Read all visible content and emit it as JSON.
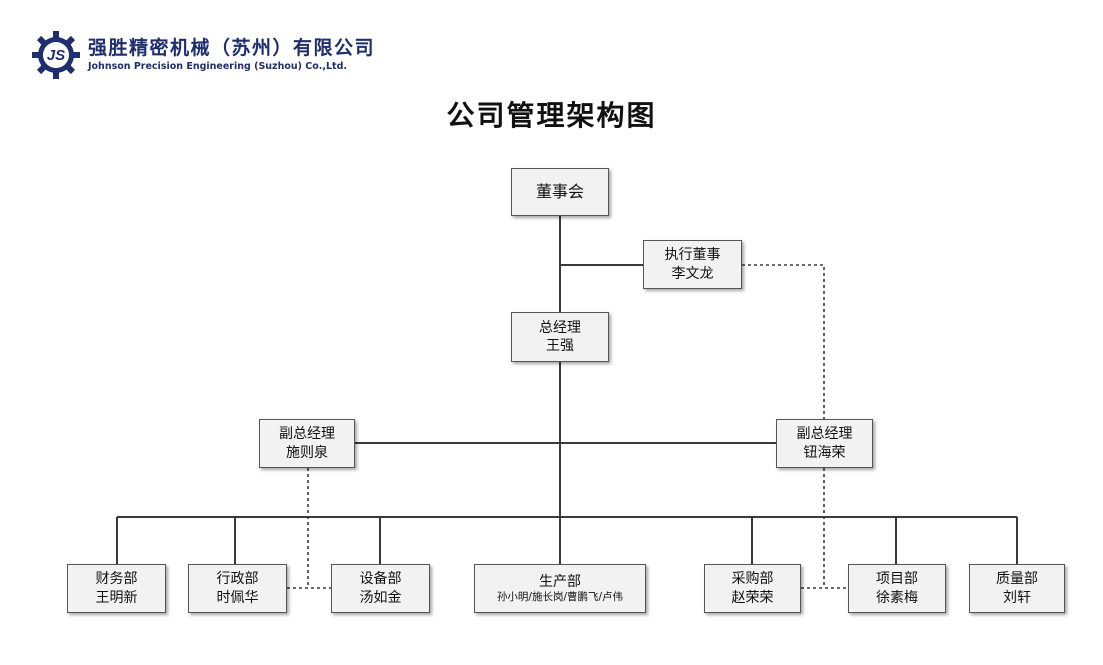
{
  "header": {
    "company_cn": "强胜精密机械（苏州）有限公司",
    "company_en": "Johnson Precision Engineering (Suzhou) Co.,Ltd.",
    "logo_text": "JS",
    "logo_color": "#1f2f6e"
  },
  "title": "公司管理架构图",
  "org": {
    "board": {
      "title": "董事会"
    },
    "executive_director": {
      "title": "执行董事",
      "name": "李文龙"
    },
    "general_manager": {
      "title": "总经理",
      "name": "王强"
    },
    "deputy_gm_left": {
      "title": "副总经理",
      "name": "施则泉"
    },
    "deputy_gm_right": {
      "title": "副总经理",
      "name": "钮海荣"
    },
    "departments": [
      {
        "title": "财务部",
        "name": "王明新"
      },
      {
        "title": "行政部",
        "name": "时佩华"
      },
      {
        "title": "设备部",
        "name": "汤如金"
      },
      {
        "title": "生产部",
        "name": "孙小明/施长岗/曹鹏飞/卢伟"
      },
      {
        "title": "采购部",
        "name": "赵荣荣"
      },
      {
        "title": "项目部",
        "name": "徐素梅"
      },
      {
        "title": "质量部",
        "name": "刘轩"
      }
    ]
  },
  "colors": {
    "line": "#3a3a3a",
    "box_fill": "#f2f2f2",
    "box_border": "#555555"
  }
}
